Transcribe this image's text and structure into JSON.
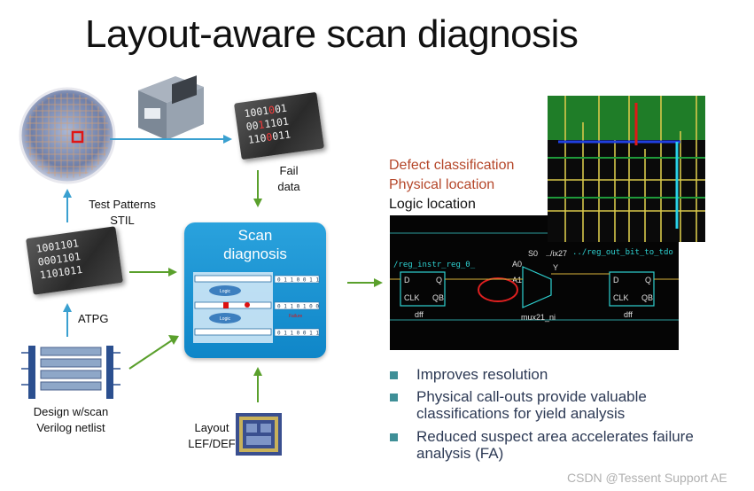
{
  "title": "Layout-aware scan diagnosis",
  "tester_flow": {
    "fail_data_bits": [
      "1001",
      "0",
      "01",
      "00",
      "1",
      "1101",
      "110",
      "0",
      "011"
    ],
    "fail_data_label": [
      "Fail",
      "data"
    ]
  },
  "patterns": {
    "bits": [
      "1001101",
      "0001101",
      "1101011"
    ],
    "label": [
      "Test Patterns",
      "STIL"
    ]
  },
  "atpg_label": "ATPG",
  "netlist_label": [
    "Design w/scan",
    "Verilog netlist"
  ],
  "layout_label": [
    "Layout",
    "LEF/DEF"
  ],
  "scan_diagnosis": {
    "title": [
      "Scan",
      "diagnosis"
    ],
    "chain_bits": [
      "0 1 1 0 0 1 1",
      "0 1 1 0 1 0 0",
      "0 1 1 0 0 1 1"
    ],
    "logic_labels": [
      "Logic",
      "Logic"
    ],
    "failure_label": "Failure"
  },
  "defect_info": {
    "line1": "Defect classification",
    "line2": "Physical location",
    "line3": "Logic location",
    "line1_color": "#b5472a",
    "line2_color": "#b5472a",
    "line3_color": "#111111"
  },
  "schematic": {
    "left_net": "/reg_instr_reg_0_",
    "right_net": "../reg_out_bit_to_tdo",
    "mux_label": "mux21_ni",
    "mux_inst": "../ix27",
    "cell_left": "dff",
    "cell_right": "dff",
    "pins": {
      "d": "D",
      "q": "Q",
      "clk": "CLK",
      "qb": "QB",
      "s0": "S0",
      "a0": "A0",
      "a1": "A1",
      "y": "Y"
    }
  },
  "bullets": [
    "Improves resolution",
    "Physical call-outs provide valuable classifications for yield analysis",
    "Reduced suspect area accelerates failure analysis (FA)"
  ],
  "watermark": "CSDN @Tessent Support AE",
  "colors": {
    "arrow_green": "#5aa02c",
    "arrow_blue": "#3aa0d0",
    "scan_box": "#1b93d1",
    "bullet": "#3f8f97"
  }
}
